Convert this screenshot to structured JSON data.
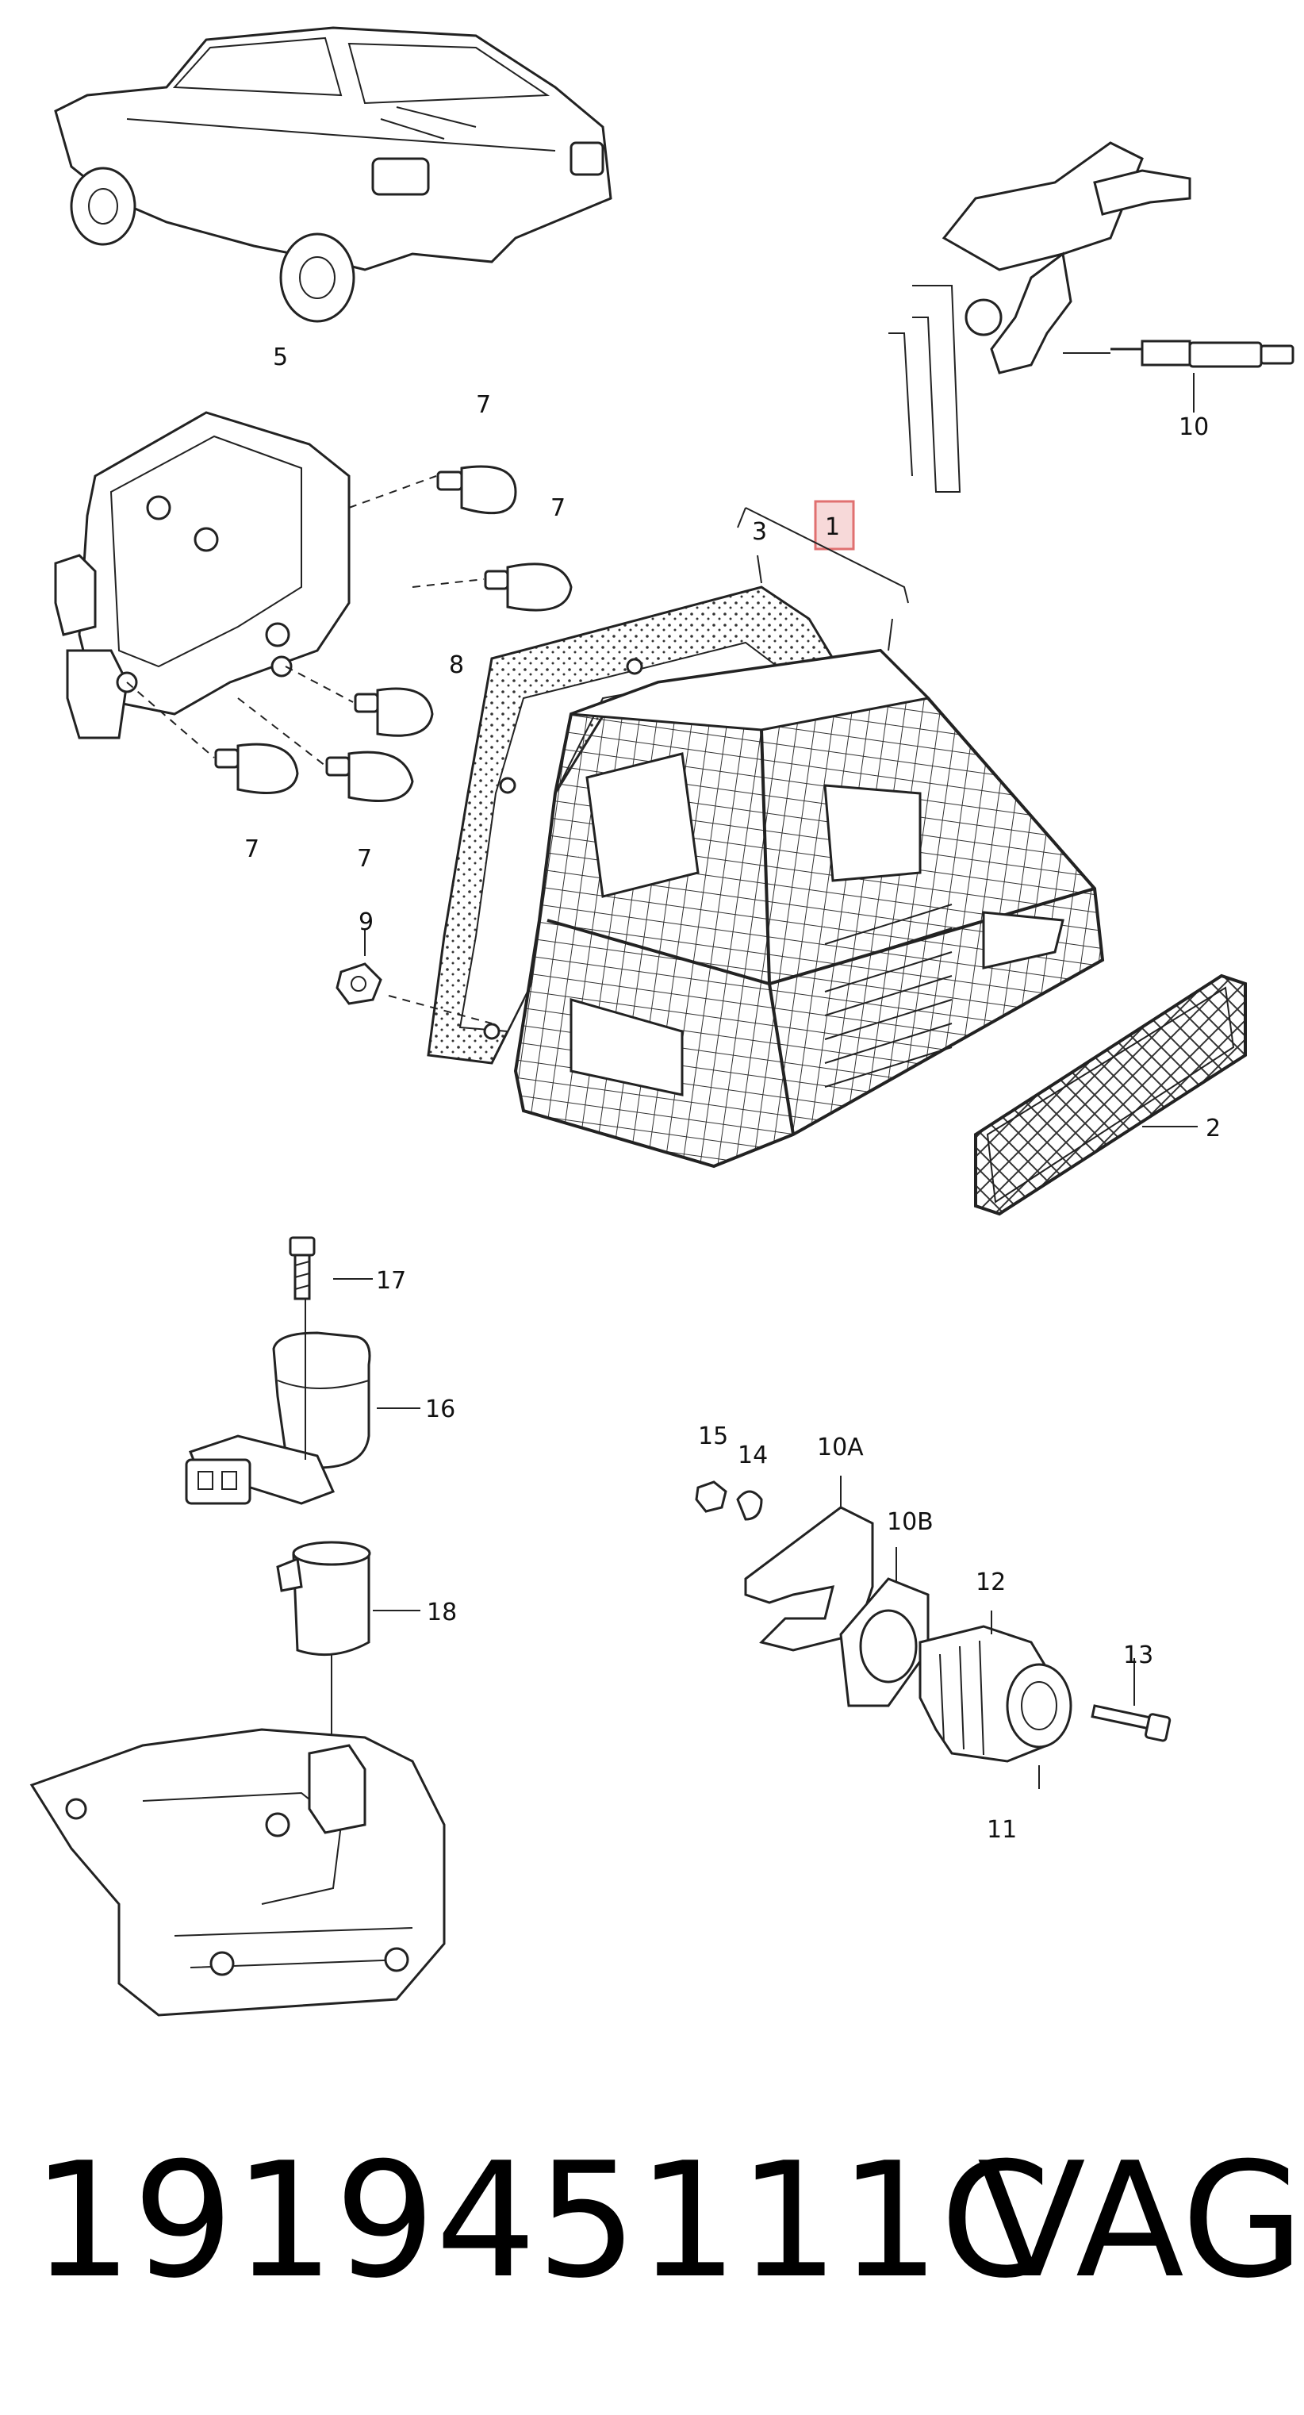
{
  "footer": {
    "part_number": "191945111C",
    "brand": "VAG"
  },
  "callouts": {
    "c1": "1",
    "c2": "2",
    "c3": "3",
    "c5": "5",
    "c7a": "7",
    "c7b": "7",
    "c7c": "7",
    "c7d": "7",
    "c8": "8",
    "c9": "9",
    "c10": "10",
    "c10a": "10A",
    "c10b": "10B",
    "c11": "11",
    "c12": "12",
    "c13": "13",
    "c14": "14",
    "c15": "15",
    "c16": "16",
    "c17": "17",
    "c18": "18"
  },
  "highlight": {
    "color": "#e07070",
    "target": "1"
  }
}
